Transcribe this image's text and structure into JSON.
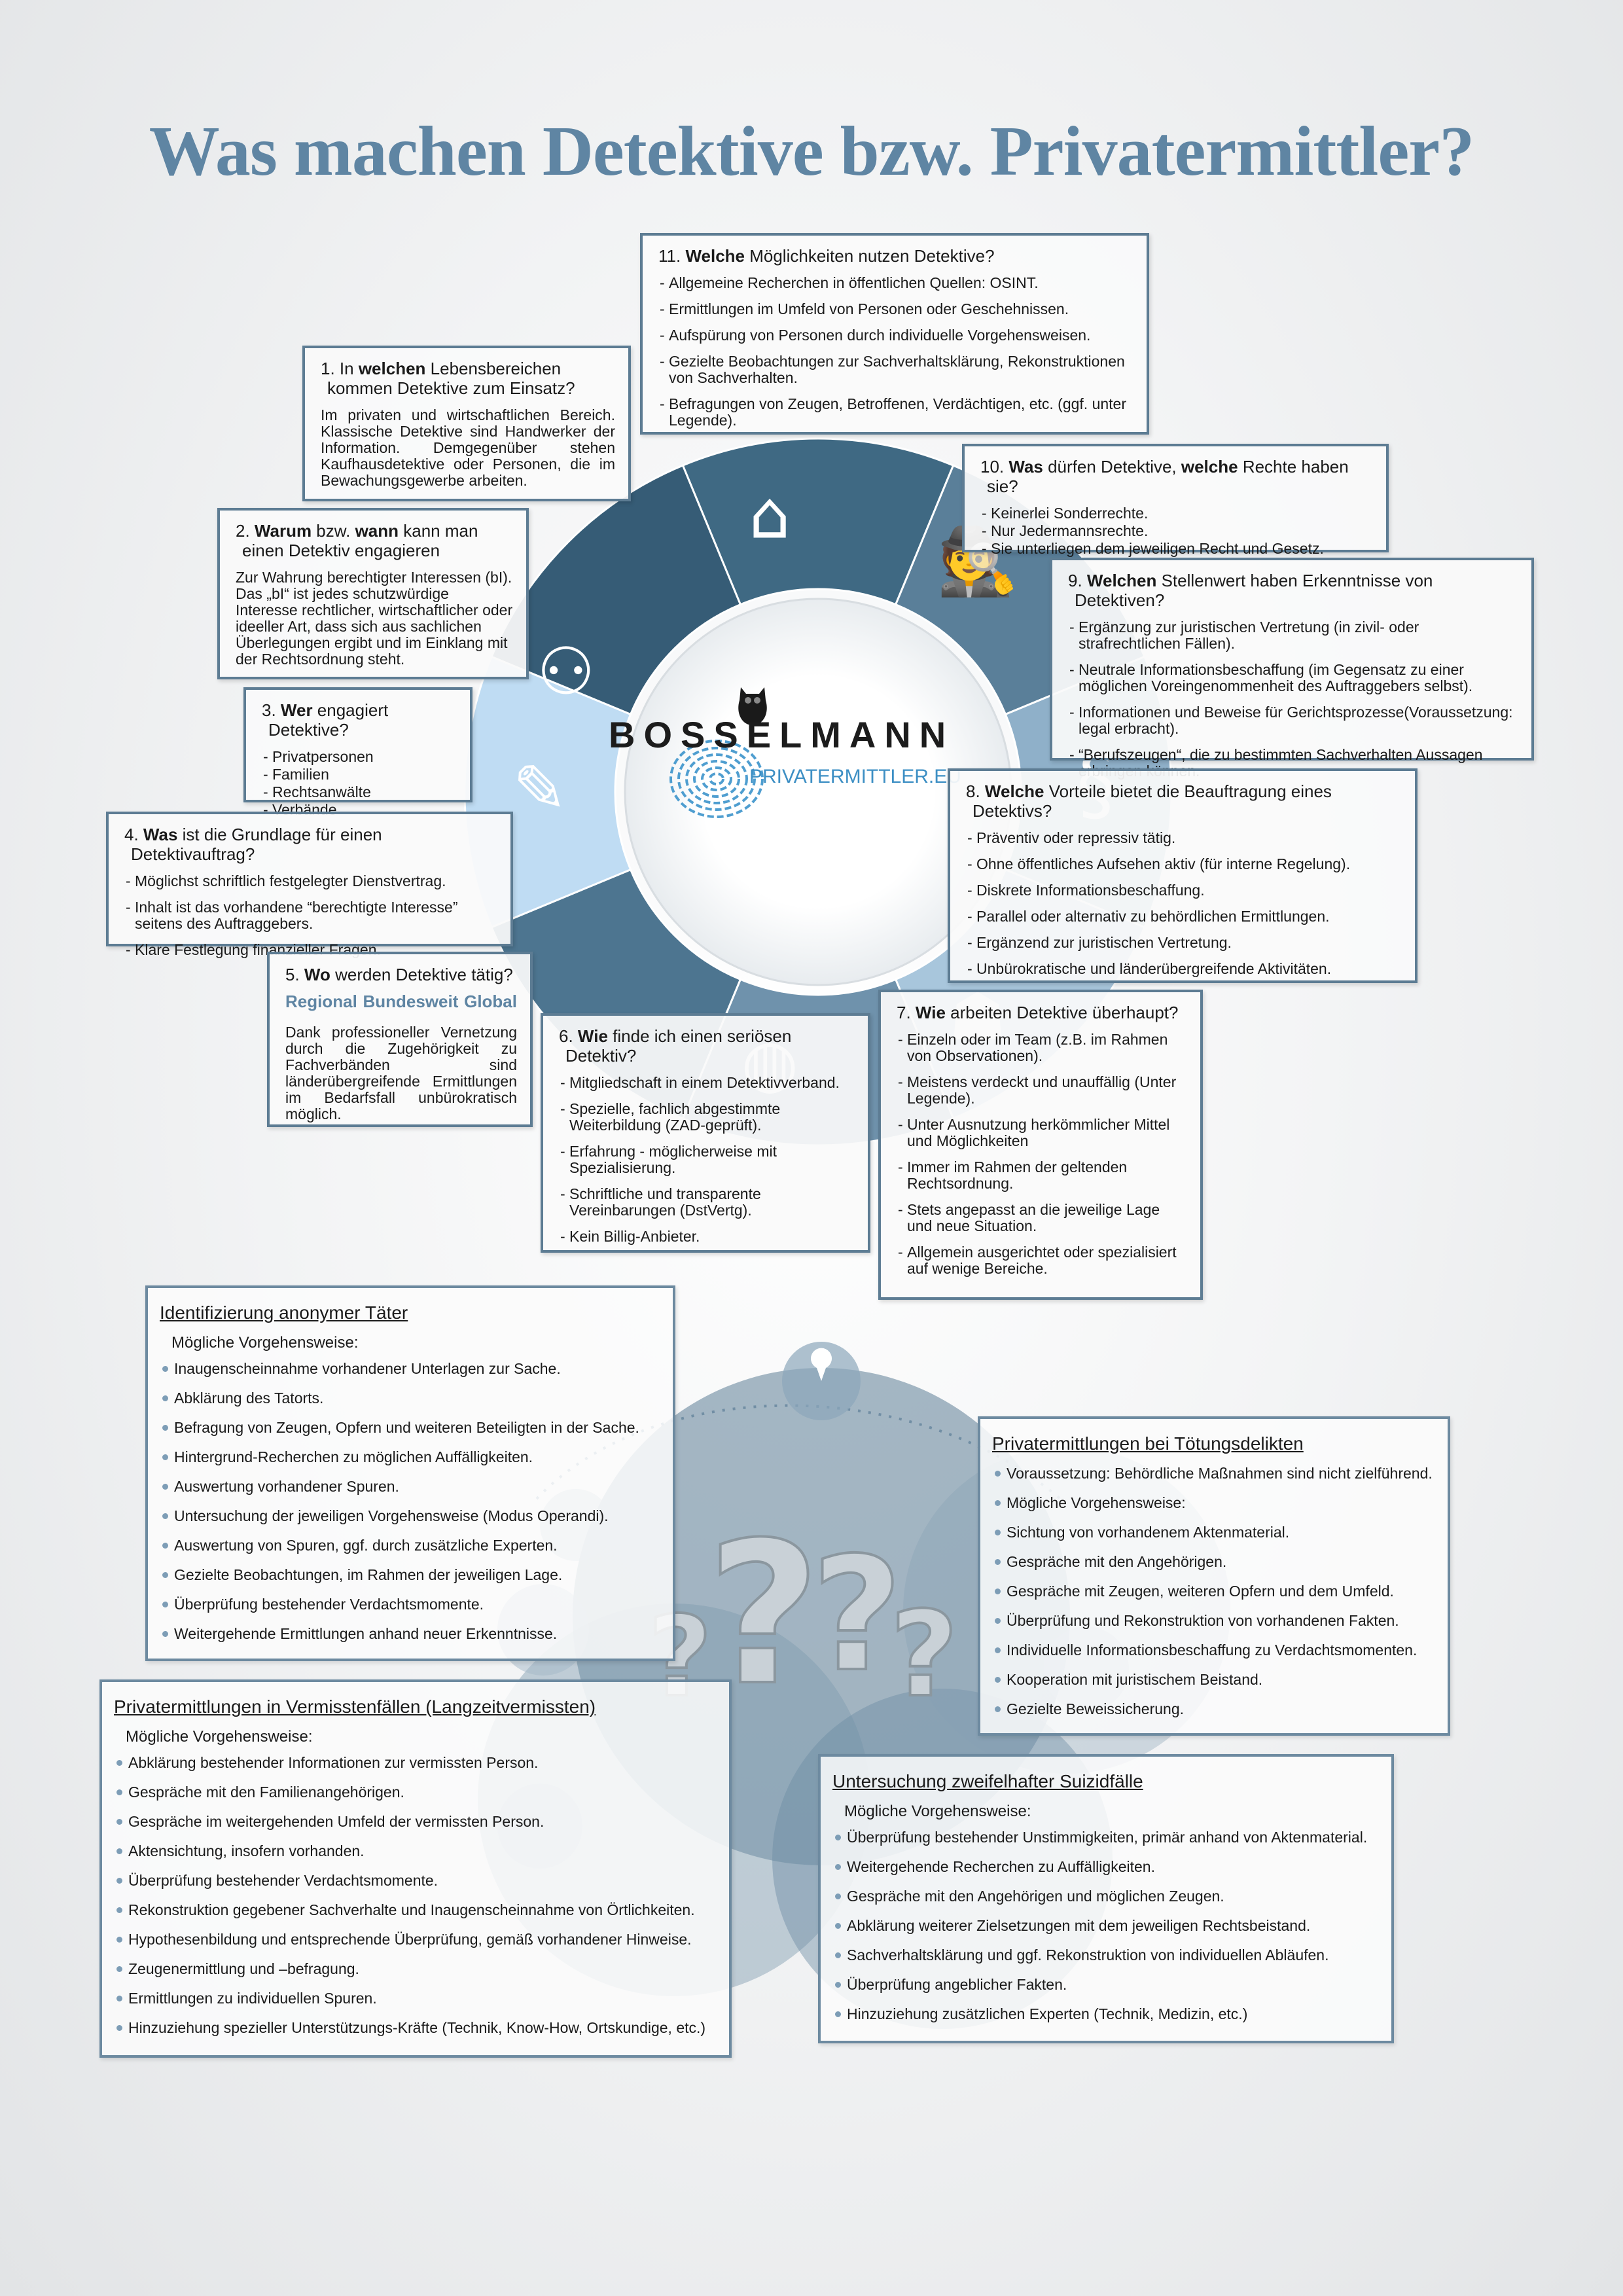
{
  "title": "Was machen Detektive bzw. Privatermittler?",
  "logo": {
    "brand": "BOSSELMANN",
    "url": "PRIVATERMITTLER.EU"
  },
  "icons": [
    "house-icon",
    "detective-icon",
    "paragraph-icon",
    "presenter-icon",
    "globe-icon",
    "contract-icon",
    "people-icon"
  ],
  "accent": "#5f85a3",
  "q1": {
    "num": "1. In ",
    "bold": "welchen",
    "rest": " Lebensbereichen kommen Detektive  zum Einsatz?",
    "text": "Im privaten und wirtschaftlichen Bereich. Klassische Detektive sind Handwerker der Information. Demgegenüber stehen Kaufhausdetektive oder Personen, die im Bewachungsgewerbe arbeiten."
  },
  "q2": {
    "num": "2. ",
    "bold": "Warum",
    "mid": " bzw. ",
    "bold2": "wann",
    "rest": " kann man einen Detektiv engagieren",
    "text": "Zur Wahrung berechtigter Interessen (bI). Das „bI“ ist jedes schutzwürdige Interesse rechtlicher, wirtschaftlicher oder ideeller Art, dass sich aus sachlichen Überlegungen ergibt und im Einklang mit der Rechtsordnung steht."
  },
  "q3": {
    "num": "3. ",
    "bold": "Wer",
    "rest": " engagiert  Detektive?",
    "items": [
      "Privatpersonen",
      "Familien",
      "Rechtsanwälte",
      "Verbände"
    ]
  },
  "q4": {
    "num": "4. ",
    "bold": "Was",
    "rest": " ist die Grundlage für einen Detektivauftrag?",
    "items": [
      "Möglichst schriftlich festgelegter Dienstvertrag.",
      "Inhalt ist das vorhandene “berechtigte Interesse” seitens des Auftraggebers.",
      "Klare Festlegung finanzieller Fragen."
    ]
  },
  "q5": {
    "num": "5. ",
    "bold": "Wo",
    "rest": " werden Detektive tätig?",
    "scopes": [
      "Regional",
      "Bundesweit",
      "Global"
    ],
    "text": "Dank professioneller Vernetzung durch die Zugehörigkeit zu Fachverbänden sind länderübergreifende Ermittlungen im Bedarfsfall unbürokratisch möglich."
  },
  "q6": {
    "num": "6. ",
    "bold": "Wie",
    "rest": " finde ich einen seriösen Detektiv?",
    "items": [
      "Mitgliedschaft in einem Detektivverband.",
      "Spezielle, fachlich abgestimmte Weiterbildung (ZAD-geprüft).",
      "Erfahrung - möglicherweise mit Spezialisierung.",
      "Schriftliche und transparente Vereinbarungen (DstVertg).",
      "Kein Billig-Anbieter."
    ]
  },
  "q7": {
    "num": "7. ",
    "bold": "Wie",
    "rest": " arbeiten Detektive überhaupt?",
    "items": [
      "Einzeln oder im Team (z.B. im Rahmen von Observationen).",
      "Meistens verdeckt und unauffällig (Unter Legende).",
      "Unter Ausnutzung herkömmlicher Mittel und Möglichkeiten",
      "Immer im Rahmen der geltenden Rechtsordnung.",
      "Stets angepasst an die jeweilige Lage und neue Situation.",
      "Allgemein ausgerichtet oder spezialisiert auf wenige Bereiche."
    ]
  },
  "q8": {
    "num": "8. ",
    "bold": "Welche",
    "rest": " Vorteile bietet die Beauftragung eines Detektivs?",
    "items": [
      "Präventiv oder repressiv tätig.",
      "Ohne öffentliches Aufsehen aktiv (für interne Regelung).",
      "Diskrete Informationsbeschaffung.",
      "Parallel oder alternativ zu behördlichen Ermittlungen.",
      "Ergänzend zur juristischen Vertretung.",
      "Unbürokratische und länderübergreifende Aktivitäten."
    ]
  },
  "q9": {
    "num": "9. ",
    "bold": "Welchen",
    "rest": " Stellenwert haben Erkenntnisse von Detektiven?",
    "items": [
      "Ergänzung zur juristischen Vertretung (in zivil- oder strafrechtlichen Fällen).",
      "Neutrale Informationsbeschaffung (im Gegensatz zu einer möglichen Voreingenommenheit des Auftraggebers selbst).",
      "Informationen und Beweise für Gerichtsprozesse(Voraussetzung: legal erbracht).",
      "“Berufszeugen“, die zu bestimmten Sachverhalten Aussagen erbringen können."
    ]
  },
  "q10": {
    "num": "10. ",
    "bold": "Was",
    "mid": " dürfen Detektive, ",
    "bold2": "welche",
    "rest": " Rechte haben sie?",
    "items": [
      "Keinerlei Sonderrechte.",
      "Nur Jedermannsrechte.",
      "Sie unterliegen dem jeweiligen Recht und Gesetz."
    ]
  },
  "q11": {
    "num": "11. ",
    "bold": "Welche",
    "rest": " Möglichkeiten nutzen Detektive?",
    "items": [
      "Allgemeine Recherchen in öffentlichen Quellen: OSINT.",
      "Ermittlungen im Umfeld von Personen oder Geschehnissen.",
      "Aufspürung von Personen durch individuelle Vorgehensweisen.",
      "Gezielte Beobachtungen zur Sachverhaltsklärung, Rekonstruktionen von Sachverhalten.",
      "Befragungen von Zeugen, Betroffenen, Verdächtigen, etc. (ggf. unter Legende)."
    ]
  },
  "cases": {
    "anon": {
      "title": "Identifizierung anonymer Täter",
      "sub": "Mögliche Vorgehensweise:",
      "items": [
        "Inaugenscheinnahme vorhandener Unterlagen zur Sache.",
        "Abklärung des Tatorts.",
        "Befragung von Zeugen, Opfern und weiteren Beteiligten in der Sache.",
        "Hintergrund-Recherchen zu möglichen Auffälligkeiten.",
        "Auswertung vorhandener Spuren.",
        "Untersuchung der jeweiligen Vorgehensweise (Modus Operandi).",
        "Auswertung von Spuren, ggf. durch zusätzliche Experten.",
        "Gezielte Beobachtungen, im Rahmen der jeweiligen Lage.",
        "Überprüfung bestehender Verdachtsmomente.",
        "Weitergehende Ermittlungen anhand neuer Erkenntnisse."
      ]
    },
    "toet": {
      "title": "Privatermittlungen bei Tötungsdelikten",
      "items": [
        "Voraussetzung: Behördliche Maßnahmen sind nicht zielführend.",
        "Mögliche Vorgehensweise:",
        "Sichtung von vorhandenem Aktenmaterial.",
        "Gespräche mit den Angehörigen.",
        "Gespräche mit Zeugen, weiteren Opfern und dem Umfeld.",
        "Überprüfung und Rekonstruktion von vorhandenen Fakten.",
        "Individuelle Informationsbeschaffung zu Verdachtsmomenten.",
        "Kooperation mit juristischem Beistand.",
        "Gezielte Beweissicherung."
      ]
    },
    "verm": {
      "title": "Privatermittlungen in Vermisstenfällen (Langzeitvermissten)",
      "sub": "Mögliche Vorgehensweise:",
      "items": [
        "Abklärung bestehender Informationen zur vermissten Person.",
        "Gespräche mit den Familienangehörigen.",
        "Gespräche im weitergehenden Umfeld der vermissten Person.",
        "Aktensichtung, insofern vorhanden.",
        "Überprüfung bestehender Verdachtsmomente.",
        "Rekonstruktion gegebener Sachverhalte und Inaugenscheinnahme von Örtlichkeiten.",
        "Hypothesenbildung und entsprechende Überprüfung, gemäß vorhandener Hinweise.",
        "Zeugenermittlung und –befragung.",
        "Ermittlungen zu individuellen Spuren.",
        "Hinzuziehung spezieller Unterstützungs-Kräfte (Technik, Know-How, Ortskundige, etc.)"
      ]
    },
    "suiz": {
      "title": "Untersuchung zweifelhafter Suizidfälle",
      "sub": "Mögliche Vorgehensweise:",
      "items": [
        "Überprüfung bestehender Unstimmigkeiten, primär anhand von Aktenmaterial.",
        "Weitergehende Recherchen zu Auffälligkeiten.",
        "Gespräche mit den Angehörigen und möglichen Zeugen.",
        "Abklärung weiterer Zielsetzungen mit dem jeweiligen Rechtsbeistand.",
        "Sachverhaltsklärung und ggf. Rekonstruktion von individuellen Abläufen.",
        "Überprüfung angeblicher Fakten.",
        "Hinzuziehung zusätzlichen Experten (Technik, Medizin, etc.)"
      ]
    }
  }
}
